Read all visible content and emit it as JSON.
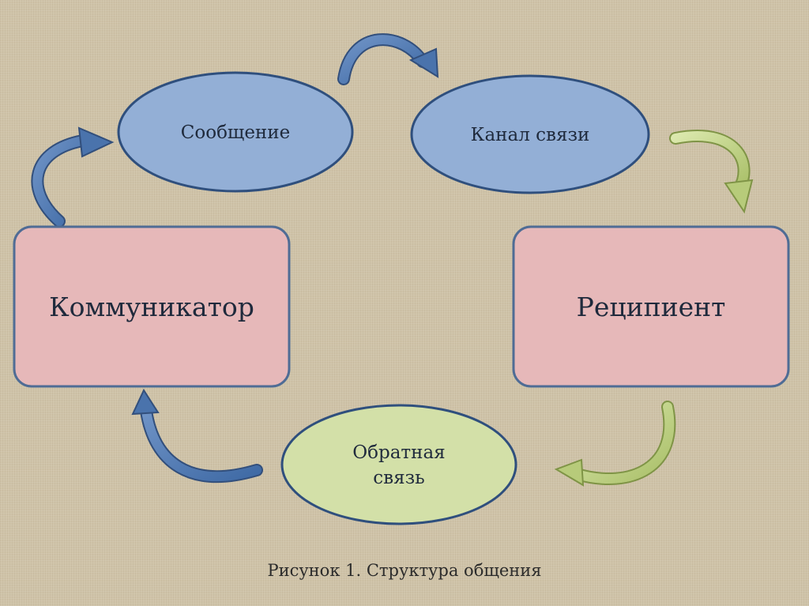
{
  "nodes": {
    "communicator": "Коммуникатор",
    "recipient": "Реципиент",
    "message": "Сообщение",
    "channel": "Канал связи",
    "feedback_line1": "Обратная",
    "feedback_line2": "связь"
  },
  "caption": "Рисунок 1. Структура общения",
  "colors": {
    "box_fill": "#e6b8b9",
    "box_stroke": "#4f6c95",
    "blue_ellipse_fill": "#93afd6",
    "green_ellipse_fill": "#d3e0a8",
    "blue_arrow": "#4a73ac",
    "green_arrow": "#b7cb7a"
  }
}
